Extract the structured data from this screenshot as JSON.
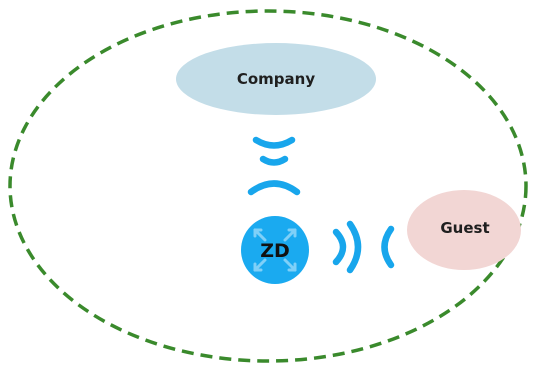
{
  "nodes": {
    "company": {
      "label": "Company"
    },
    "guest": {
      "label": "Guest"
    },
    "device": {
      "label": "ZD"
    }
  },
  "colors": {
    "boundary": "#3a8a2c",
    "company_fill": "#c3dde8",
    "guest_fill": "#f2d6d4",
    "device_fill": "#1aaaf0",
    "device_arrows": "#7fd0f8",
    "signal": "#18a6ec"
  },
  "icons": {
    "device": "router-icon",
    "signal_up": "wifi-signal-icon",
    "signal_right": "wifi-signal-icon"
  }
}
